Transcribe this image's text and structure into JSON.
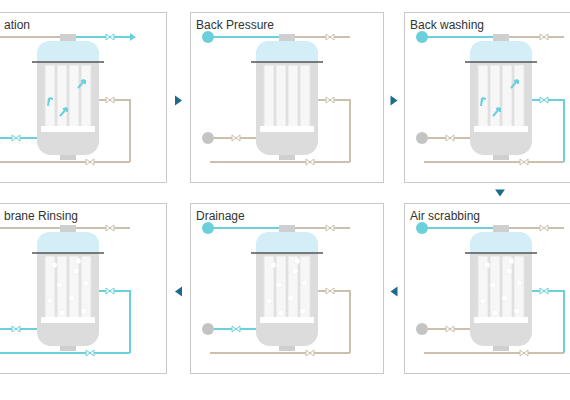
{
  "diagram": {
    "nodes": [
      {
        "text": [
          "ation"
        ]
      },
      {
        "text": [
          "Back Pressure"
        ]
      },
      {
        "text": [
          "Back washing"
        ]
      },
      {
        "text": [
          "brane Rinsing"
        ]
      },
      {
        "text": [
          "Drainage"
        ]
      },
      {
        "text": [
          "Air scrabbing"
        ]
      }
    ],
    "edges": [
      {
        "from": 0,
        "to": 1,
        "arrow": "to"
      },
      {
        "from": 1,
        "to": 2,
        "arrow": "to"
      },
      {
        "from": 2,
        "to": 5,
        "arrow": "to"
      },
      {
        "from": 5,
        "to": 4,
        "arrow": "to"
      },
      {
        "from": 4,
        "to": 3,
        "arrow": "to"
      }
    ]
  }
}
